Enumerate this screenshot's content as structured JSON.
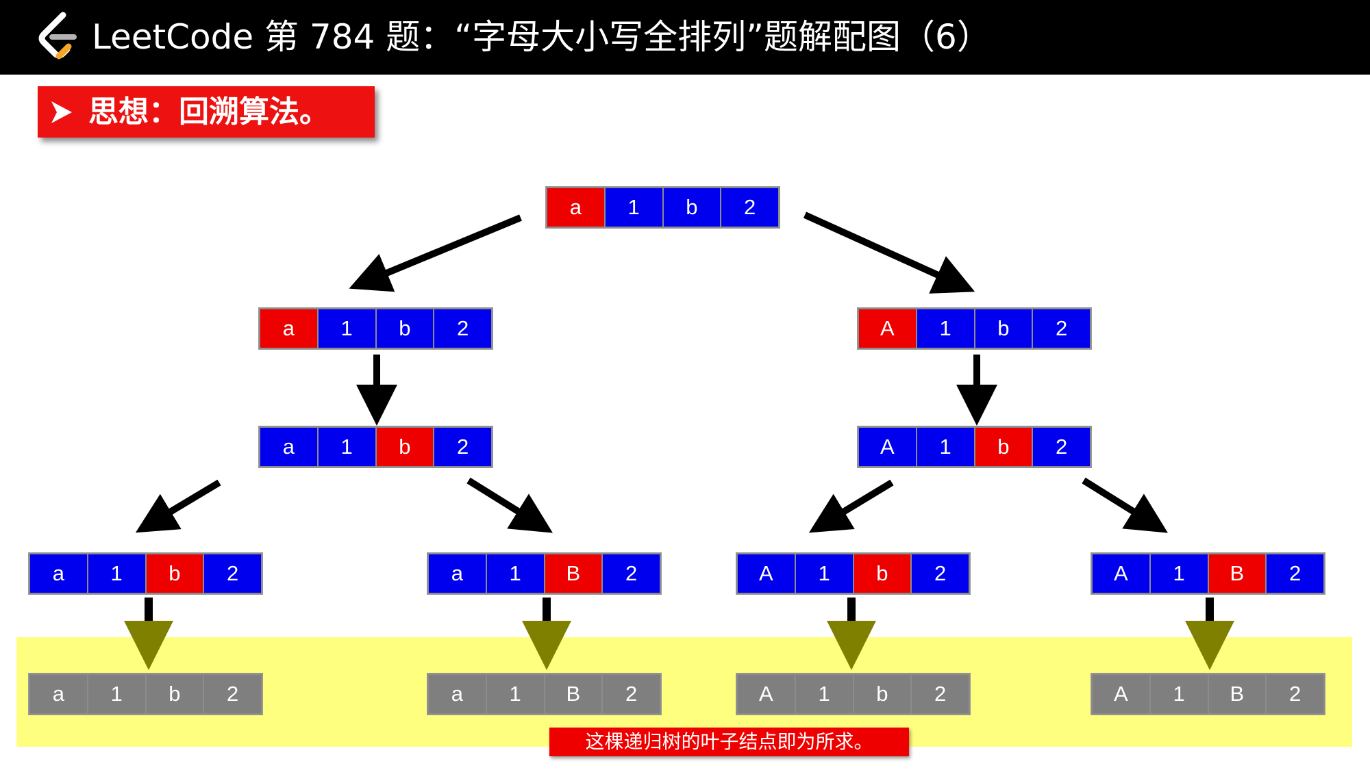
{
  "header": {
    "title": "LeetCode 第 784 题：“字母大小写全排列”题解配图（6）",
    "logo_icon": "leetcode-logo-icon"
  },
  "idea": {
    "text": "思想：回溯算法。",
    "arrow_icon": "arrowhead-right-icon"
  },
  "tree": {
    "levels": [
      {
        "level": 0,
        "nodes": [
          {
            "cells": [
              "a",
              "1",
              "b",
              "2"
            ],
            "highlight": 0
          }
        ]
      },
      {
        "level": 1,
        "nodes": [
          {
            "cells": [
              "a",
              "1",
              "b",
              "2"
            ],
            "highlight": 0
          },
          {
            "cells": [
              "A",
              "1",
              "b",
              "2"
            ],
            "highlight": 0
          }
        ]
      },
      {
        "level": 2,
        "nodes": [
          {
            "cells": [
              "a",
              "1",
              "b",
              "2"
            ],
            "highlight": 2
          },
          {
            "cells": [
              "A",
              "1",
              "b",
              "2"
            ],
            "highlight": 2
          }
        ]
      },
      {
        "level": 3,
        "nodes": [
          {
            "cells": [
              "a",
              "1",
              "b",
              "2"
            ],
            "highlight": 2
          },
          {
            "cells": [
              "a",
              "1",
              "B",
              "2"
            ],
            "highlight": 2
          },
          {
            "cells": [
              "A",
              "1",
              "b",
              "2"
            ],
            "highlight": 2
          },
          {
            "cells": [
              "A",
              "1",
              "B",
              "2"
            ],
            "highlight": 2
          }
        ]
      },
      {
        "level": 4,
        "nodes": [
          {
            "cells": [
              "a",
              "1",
              "b",
              "2"
            ],
            "highlight": null
          },
          {
            "cells": [
              "a",
              "1",
              "B",
              "2"
            ],
            "highlight": null
          },
          {
            "cells": [
              "A",
              "1",
              "b",
              "2"
            ],
            "highlight": null
          },
          {
            "cells": [
              "A",
              "1",
              "B",
              "2"
            ],
            "highlight": null
          }
        ]
      }
    ]
  },
  "caption": {
    "text": "这棵递归树的叶子结点即为所求。"
  },
  "colors": {
    "header_bg": "#000000",
    "highlight_cell": "#ee0000",
    "normal_cell": "#0000ee",
    "leaf_cell": "#7f7f7f",
    "leaf_band": "#ffff7f",
    "label_box": "#ee1111"
  }
}
